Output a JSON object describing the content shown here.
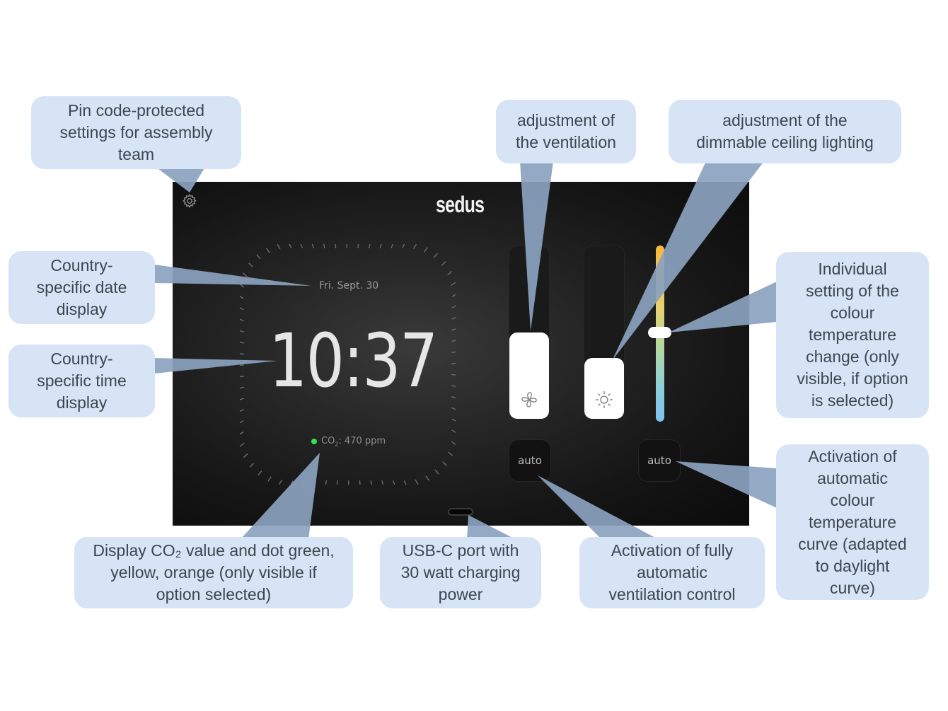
{
  "device": {
    "logo": "sedus",
    "date": "Fri. Sept. 30",
    "time": "10:37",
    "co2": {
      "label": "CO",
      "sub": "2",
      "value": ": 470 ppm",
      "dot_color": "#2fe25a"
    },
    "ventilation_auto_label": "auto",
    "color_temp_auto_label": "auto",
    "icons": {
      "settings": "gear-icon",
      "fan": "fan-icon",
      "light": "sun-icon",
      "port": "usb-c-port"
    }
  },
  "colors": {
    "callout_fill": "#d6e4f5",
    "pointer_fill": "#8aa2bf",
    "callout_text": "#3d4651"
  },
  "callouts": {
    "settings": [
      "Pin code-protected",
      "settings for assembly",
      "team"
    ],
    "ventilation": [
      "adjustment of",
      "the ventilation"
    ],
    "lighting": [
      "adjustment of the",
      "dimmable ceiling lighting"
    ],
    "date": [
      "Country-",
      "specific date",
      "display"
    ],
    "time": [
      "Country-",
      "specific time",
      "display"
    ],
    "color_temp": [
      "Individual",
      "setting of the",
      "colour",
      "temperature",
      "change (only",
      "visible, if option",
      "is selected)"
    ],
    "co2": [
      "Display CO₂ value and dot green,",
      "yellow, orange (only visible if",
      "option selected)"
    ],
    "usbc": [
      "USB-C port with",
      "30 watt charging",
      "power"
    ],
    "vent_auto": [
      "Activation of fully",
      "automatic",
      "ventilation control"
    ],
    "color_auto": [
      "Activation of",
      "automatic",
      "colour",
      "temperature",
      "curve (adapted",
      "to daylight",
      "curve)"
    ]
  }
}
